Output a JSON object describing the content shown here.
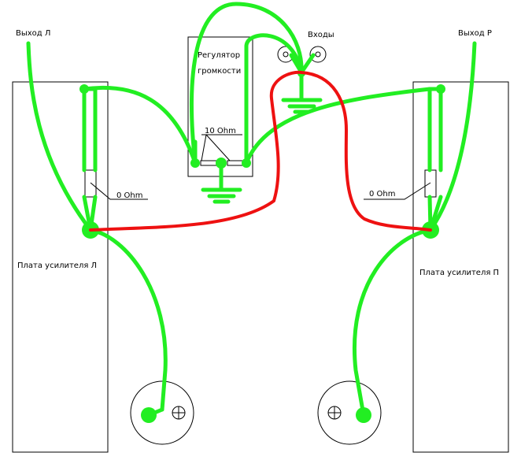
{
  "labels": {
    "out_left": "Выход Л",
    "out_right": "Выход Р",
    "inputs": "Входы",
    "volume_line1": "Регулятор",
    "volume_line2": "громкости",
    "resistor_10": "10 Ohm",
    "resistor_0_left": "0 Ohm",
    "resistor_0_right": "0 Ohm",
    "board_left": "Плата усилителя Л",
    "board_right": "Плата усилителя П"
  },
  "colors": {
    "signal_wire": "#22ee22",
    "ground_wire": "#ee1111",
    "outline": "#000000",
    "background": "#ffffff"
  }
}
